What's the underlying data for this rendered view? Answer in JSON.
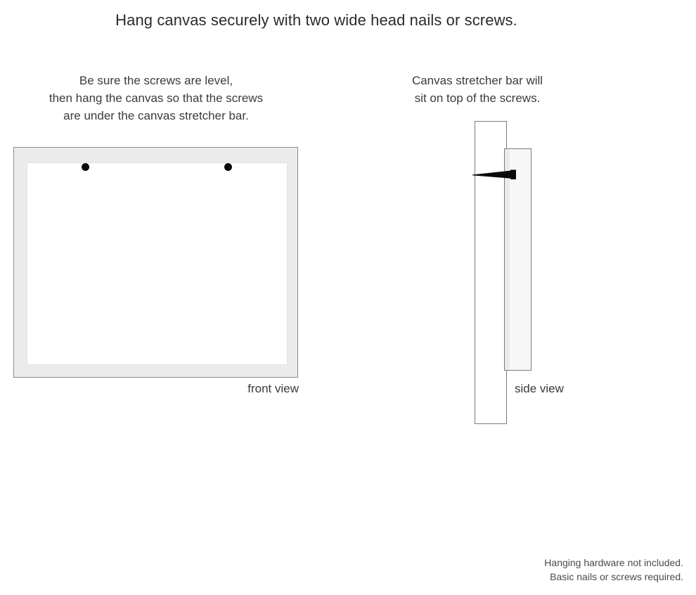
{
  "headline": "Hang canvas securely with two wide head nails or screws.",
  "captions": {
    "left": {
      "line1": "Be sure the screws are level,",
      "line2": "then hang the canvas so that the screws",
      "line3": "are under the canvas stretcher bar."
    },
    "right": {
      "line1": "Canvas stretcher bar will",
      "line2": "sit on top of the screws."
    }
  },
  "diagrams": {
    "front": {
      "label": "front view",
      "frame_color": "#ebebeb",
      "canvas_color": "#ffffff",
      "outline_color": "#8a8a8a",
      "screw_color": "#0a0a0a",
      "screw_count": 2,
      "screw_positions": [
        "left",
        "right"
      ]
    },
    "side": {
      "label": "side view",
      "wall_color": "#ffffff",
      "stretcher_bar_color": "#ebebeb",
      "outline_color": "#7c7c7c",
      "nail_color": "#0a0a0a"
    }
  },
  "footer": {
    "line1": "Hanging hardware not included.",
    "line2": "Basic nails or screws required."
  }
}
